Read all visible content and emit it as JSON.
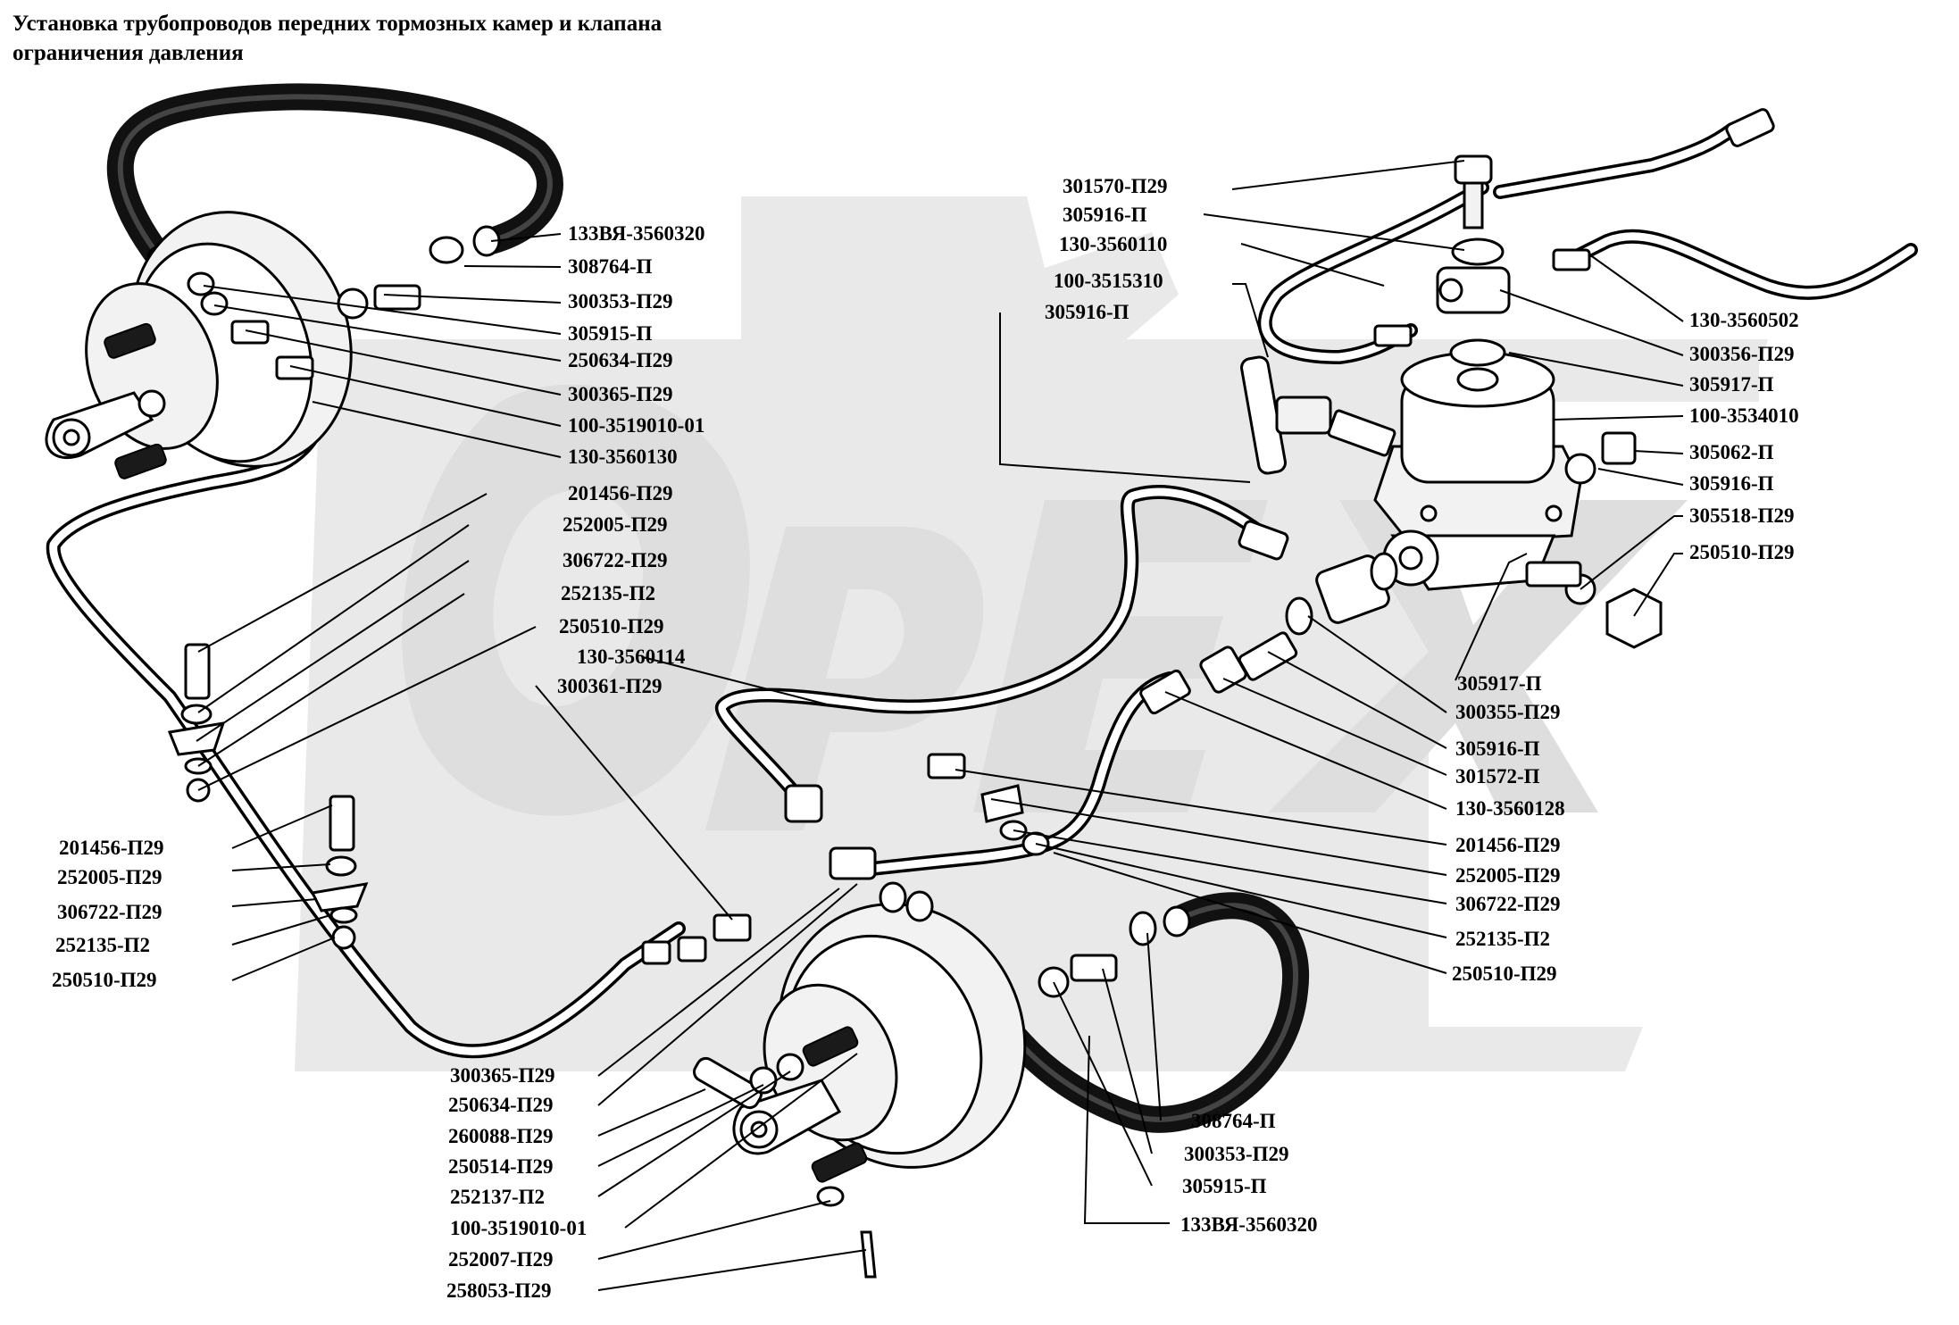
{
  "title_line1": "Установка трубопроводов передних тормозных камер и клапана",
  "title_line2": "ограничения давления",
  "labels": {
    "l01": "133ВЯ-3560320",
    "l02": "308764-П",
    "l03": "300353-П29",
    "l04": "305915-П",
    "l05": "250634-П29",
    "l06": "300365-П29",
    "l07": "100-3519010-01",
    "l08": "130-3560130",
    "l09": "201456-П29",
    "l10": "252005-П29",
    "l11": "306722-П29",
    "l12": "252135-П2",
    "l13": "250510-П29",
    "l14": "130-3560114",
    "l15": "300361-П29",
    "l16": "201456-П29",
    "l17": "252005-П29",
    "l18": "306722-П29",
    "l19": "252135-П2",
    "l20": "250510-П29",
    "l21": "301570-П29",
    "l22": "305916-П",
    "l23": "130-3560110",
    "l24": "100-3515310",
    "l25": "305916-П",
    "l26": "130-3560502",
    "l27": "300356-П29",
    "l28": "305917-П",
    "l29": "100-3534010",
    "l30": "305062-П",
    "l31": "305916-П",
    "l32": "305518-П29",
    "l33": "250510-П29",
    "l34": "305917-П",
    "l35": "300355-П29",
    "l36": "305916-П",
    "l37": "301572-П",
    "l38": "130-3560128",
    "l39": "201456-П29",
    "l40": "252005-П29",
    "l41": "306722-П29",
    "l42": "252135-П2",
    "l43": "250510-П29",
    "l44": "300365-П29",
    "l45": "250634-П29",
    "l46": "260088-П29",
    "l47": "250514-П29",
    "l48": "252137-П2",
    "l49": "100-3519010-01",
    "l50": "252007-П29",
    "l51": "258053-П29",
    "l52": "308764-П",
    "l53": "300353-П29",
    "l54": "305915-П",
    "l55": "133ВЯ-3560320"
  }
}
